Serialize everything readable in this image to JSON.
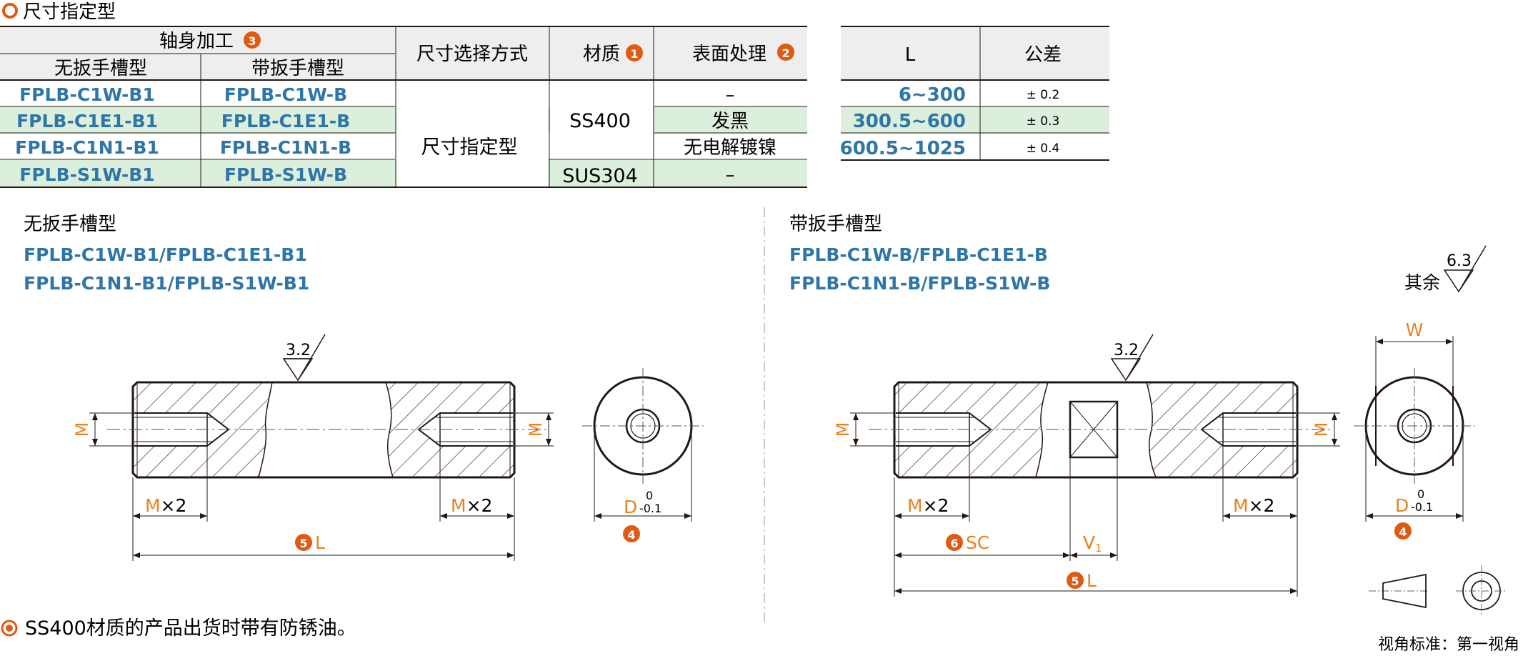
{
  "header": {
    "title": "尺寸指定型"
  },
  "spec_table": {
    "group_header": "轴身加工",
    "group_badge": "3",
    "col_no_slot": "无扳手槽型",
    "col_slot": "带扳手槽型",
    "col_method": "尺寸选择方式",
    "col_material": "材质",
    "material_badge": "1",
    "col_surface": "表面处理",
    "surface_badge": "2",
    "rows": [
      {
        "no_slot": "FPLB-C1W-B1",
        "slot": "FPLB-C1W-B",
        "surface": "–"
      },
      {
        "no_slot": "FPLB-C1E1-B1",
        "slot": "FPLB-C1E1-B",
        "surface": "发黑"
      },
      {
        "no_slot": "FPLB-C1N1-B1",
        "slot": "FPLB-C1N1-B",
        "surface": "无电解镀镍"
      },
      {
        "no_slot": "FPLB-S1W-B1",
        "slot": "FPLB-S1W-B",
        "surface": "–"
      }
    ],
    "method_value": "尺寸指定型",
    "material_ss": "SS400",
    "material_sus": "SUS304"
  },
  "tolerance_table": {
    "col_l": "L",
    "col_tol": "公差",
    "rows": [
      {
        "l": "6~300",
        "tol": "± 0.2"
      },
      {
        "l": "300.5~600",
        "tol": "± 0.3"
      },
      {
        "l": "600.5~1025",
        "tol": "± 0.4"
      }
    ]
  },
  "left_drawing": {
    "type_title": "无扳手槽型",
    "codes_line1": "FPLB-C1W-B1/FPLB-C1E1-B1",
    "codes_line2": "FPLB-C1N1-B1/FPLB-S1W-B1",
    "roughness": "3.2",
    "m_label": "M",
    "mx2_m": "M",
    "mx2_x": "×2",
    "l_badge": "5",
    "l_label": "L",
    "d_label": "D",
    "d_upper": "0",
    "d_lower": "-0.1",
    "d_badge": "4"
  },
  "right_drawing": {
    "type_title": "带扳手槽型",
    "codes_line1": "FPLB-C1W-B/FPLB-C1E1-B",
    "codes_line2": "FPLB-C1N1-B/FPLB-S1W-B",
    "roughness": "3.2",
    "other_label": "其余",
    "other_roughness": "6.3",
    "m_label": "M",
    "mx2_m": "M",
    "mx2_x": "×2",
    "sc_badge": "6",
    "sc_label": "SC",
    "v_label": "V",
    "v_sub": "1",
    "l_badge": "5",
    "l_label": "L",
    "w_label": "W",
    "d_label": "D",
    "d_upper": "0",
    "d_lower": "-0.1",
    "d_badge": "4",
    "view_standard": "视角标准：第一视角"
  },
  "footer": {
    "note": "SS400材质的产品出货时带有防锈油。"
  },
  "colors": {
    "accent_orange": "#e05a14",
    "code_blue": "#2e75a8",
    "dim_orange": "#e8821e",
    "row_green": "#dcefdc",
    "header_gray": "#eeeeee"
  }
}
